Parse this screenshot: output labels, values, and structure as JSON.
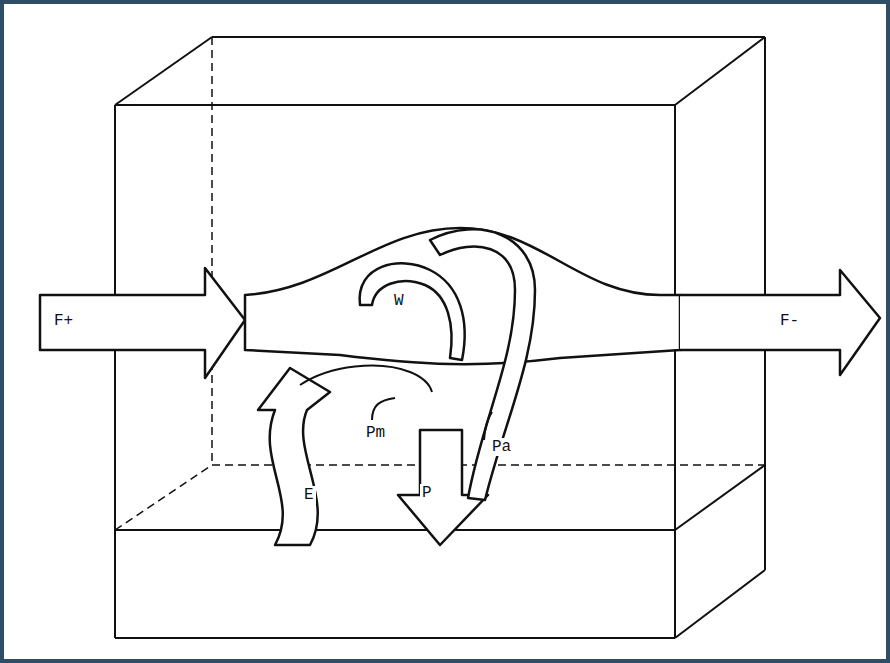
{
  "diagram": {
    "labels": [
      "F+",
      "W",
      "F-",
      "E",
      "Pm",
      "P",
      "Pa"
    ]
  }
}
